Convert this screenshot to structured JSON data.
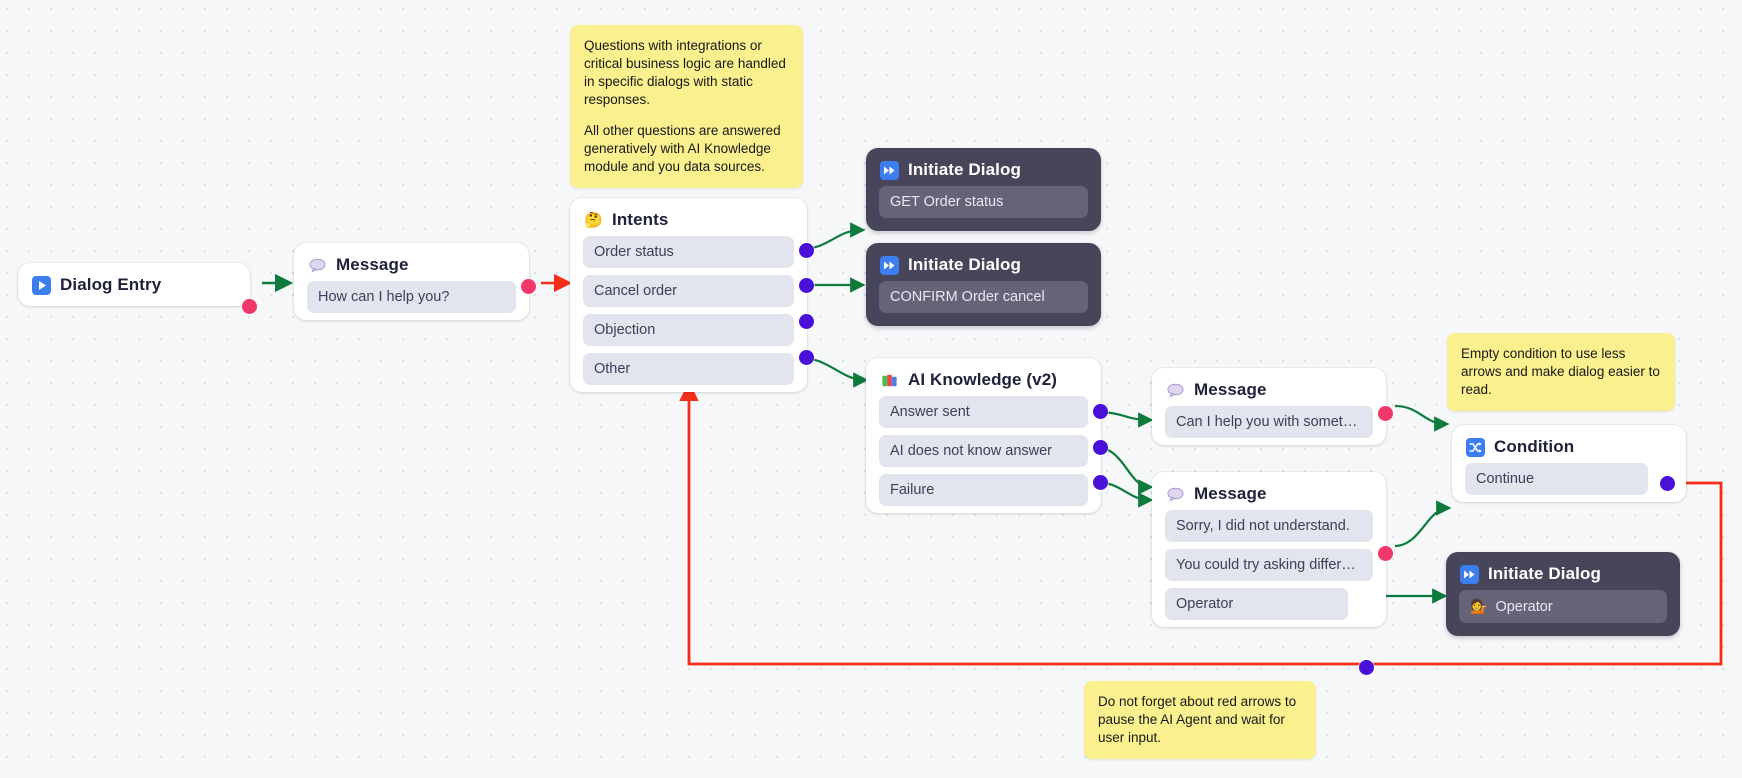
{
  "canvas": {
    "grid": true,
    "background": "#f6f7f9",
    "accent_green": "#0e7a3c",
    "accent_red": "#f42c18",
    "port_purple": "#4910d8",
    "port_pink": "#f0386b",
    "note_yellow": "#faf08e",
    "dark_node": "#474559"
  },
  "nodes": {
    "dialog_entry": {
      "title": "Dialog Entry",
      "icon": "play-icon"
    },
    "message_greeting": {
      "title": "Message",
      "icon": "speech-bubble-icon",
      "rows": [
        "How can I help you?"
      ]
    },
    "intents": {
      "title": "Intents",
      "icon": "thinking-face-icon",
      "rows": [
        "Order status",
        "Cancel order",
        "Objection",
        "Other"
      ]
    },
    "initiate_order_status": {
      "title": "Initiate Dialog",
      "icon": "fast-forward-icon",
      "rows": [
        "GET Order status"
      ]
    },
    "initiate_order_cancel": {
      "title": "Initiate Dialog",
      "icon": "fast-forward-icon",
      "rows": [
        "CONFIRM Order cancel"
      ]
    },
    "ai_knowledge": {
      "title": "AI Knowledge (v2)",
      "icon": "books-icon",
      "rows": [
        "Answer sent",
        "AI does not know answer",
        "Failure"
      ]
    },
    "message_can_i_help": {
      "title": "Message",
      "icon": "speech-bubble-icon",
      "rows": [
        "Can I help you with something…"
      ]
    },
    "message_not_understand": {
      "title": "Message",
      "icon": "speech-bubble-icon",
      "rows": [
        "Sorry, I did not understand.",
        "You could try asking differentl…",
        "Operator"
      ]
    },
    "condition": {
      "title": "Condition",
      "icon": "shuffle-icon",
      "rows": [
        "Continue"
      ]
    },
    "initiate_operator": {
      "title": "Initiate Dialog",
      "icon": "fast-forward-icon",
      "row_icon": "operator-person-icon",
      "rows": [
        "Operator"
      ]
    }
  },
  "notes": {
    "top": {
      "paragraphs": [
        "Questions with integrations or critical business logic are handled in specific dialogs with static responses.",
        "All other questions are answered generatively with AI Knowledge module and you data sources."
      ]
    },
    "condition_hint": {
      "paragraphs": [
        "Empty condition to use less arrows and make dialog easier to read."
      ]
    },
    "red_arrow_hint": {
      "paragraphs": [
        "Do not forget about red arrows to pause the AI Agent and wait for user input."
      ]
    }
  }
}
